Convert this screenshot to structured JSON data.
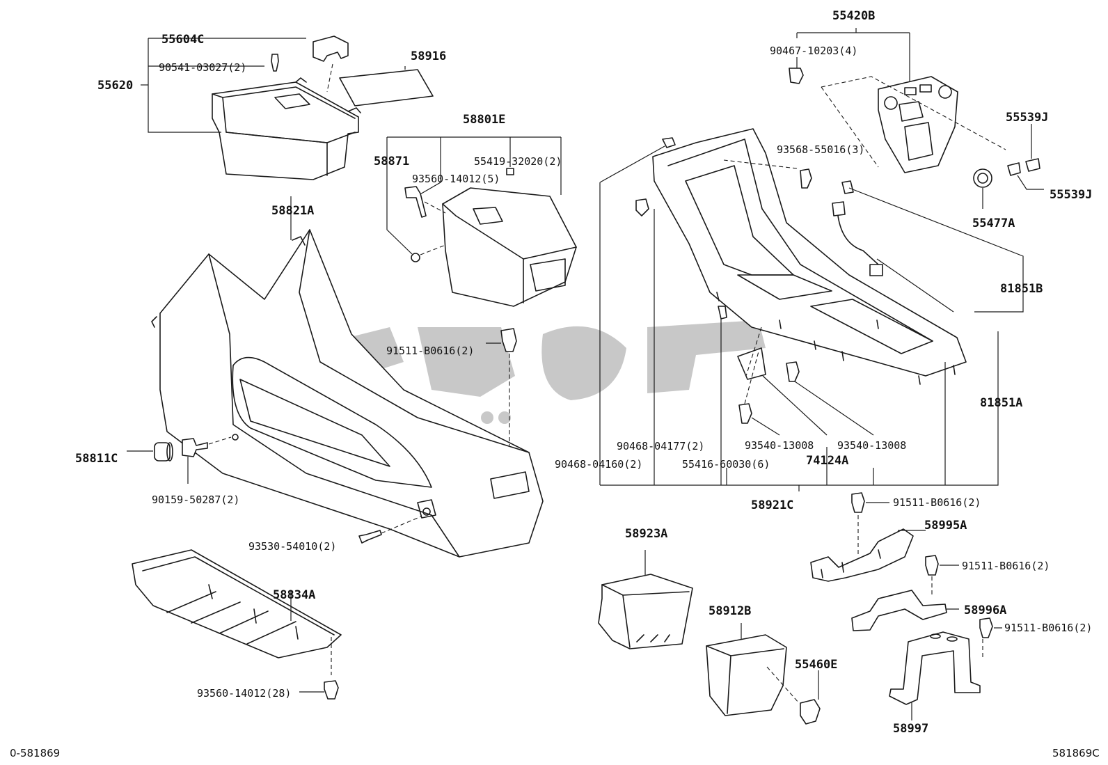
{
  "labels": {
    "p55604C": "55604C",
    "p90541": "90541-03027(2)",
    "p55620": "55620",
    "p58916": "58916",
    "p58801E": "58801E",
    "p58871": "58871",
    "p55419": "55419-32020(2)",
    "p93560_5": "93560-14012(5)",
    "p58821A": "58821A",
    "p91511_a": "91511-B0616(2)",
    "p58811C": "58811C",
    "p90159": "90159-50287(2)",
    "p93530": "93530-54010(2)",
    "p58834A": "58834A",
    "p93560_28": "93560-14012(28)",
    "p55420B": "55420B",
    "p90467": "90467-10203(4)",
    "p93568": "93568-55016(3)",
    "p55539J_top": "55539J",
    "p55539J_bot": "55539J",
    "p55477A": "55477A",
    "p81851B": "81851B",
    "p81851A": "81851A",
    "p90468_04177": "90468-04177(2)",
    "p93540_1": "93540-13008",
    "p93540_2": "93540-13008",
    "p90468_04160": "90468-04160(2)",
    "p55416": "55416-60030(6)",
    "p74124A": "74124A",
    "p58921C": "58921C",
    "p91511_b": "91511-B0616(2)",
    "p58995A": "58995A",
    "p58923A": "58923A",
    "p91511_c": "91511-B0616(2)",
    "p58996A": "58996A",
    "p58912B": "58912B",
    "p91511_d": "91511-B0616(2)",
    "p55460E": "55460E",
    "p58997": "58997"
  },
  "footer": {
    "left": "0-581869",
    "right": "581869C"
  }
}
